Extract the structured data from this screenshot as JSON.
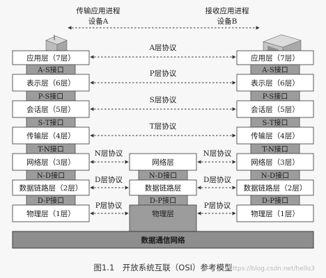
{
  "header": {
    "left_line1": "传输应用进程",
    "left_line2": "设备A",
    "right_line1": "接收应用进程",
    "right_line2": "设备B"
  },
  "left_stack": {
    "layers": [
      "应用层（7层）",
      "表示层（6层）",
      "会话层（5层）",
      "传输层（4层）",
      "网络层（3层）",
      "数据链路层（2层）",
      "物理层（1层）"
    ],
    "interfaces": [
      "A-S接口",
      "P-S接口",
      "S-T接口",
      "T-N接口",
      "N-D接口",
      "D-P接口"
    ]
  },
  "right_stack": {
    "layers": [
      "应用层（7层）",
      "表示层（6层）",
      "会话层（5层）",
      "传输层（4层）",
      "网络层（3层）",
      "数据链路层（2层）",
      "物理层（1层）"
    ],
    "interfaces": [
      "A-S接口",
      "P-S接口",
      "S-T接口",
      "T-N接口",
      "N-D接口",
      "D-P接口"
    ]
  },
  "middle_stack": {
    "layers": [
      "网络层",
      "数据链路层",
      "物理层"
    ],
    "interfaces": [
      "N-D接口",
      "D-P接口"
    ]
  },
  "protocols": {
    "a": "A层协议",
    "p": "P层协议",
    "s": "S层协议",
    "t": "T层协议",
    "n": "N层协议",
    "d": "D层协议",
    "ph": "P层协议"
  },
  "network_label": "数据通信网络",
  "caption": "图1.1　开放系统互联（OSI）参考模型",
  "watermark": "https://blog.csdn.net/hello3",
  "colors": {
    "interface_fill": "#9c9c9c",
    "network_fill": "#8e8e8e",
    "box_fill": "#ffffff",
    "background": "#f7f7f7"
  },
  "icons": [
    "computer-icon-left",
    "computer-icon-right"
  ]
}
